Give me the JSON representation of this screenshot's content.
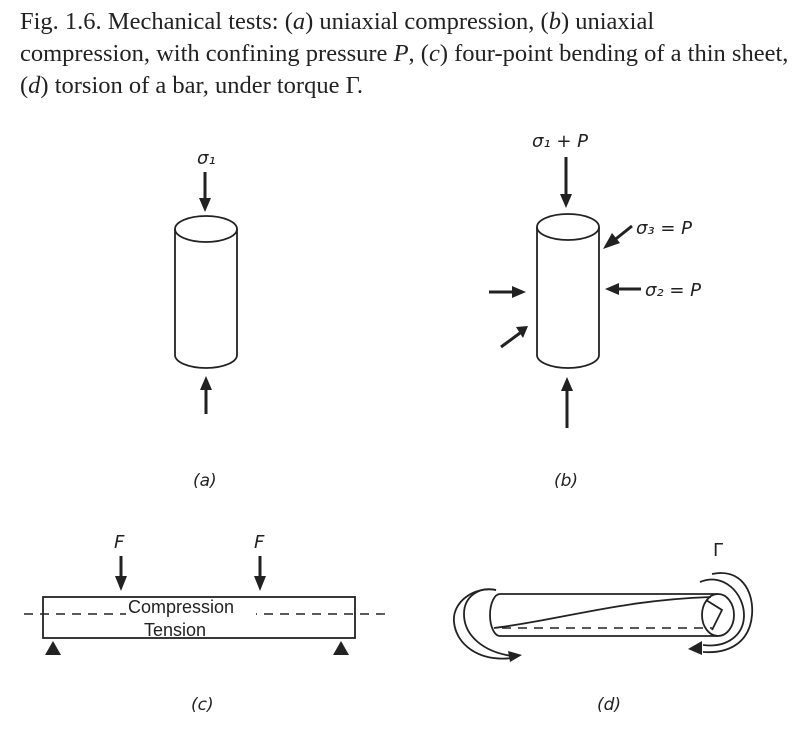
{
  "caption": {
    "part1": "Fig. 1.6. Mechanical tests: (",
    "a": "a",
    "part2": ") uniaxial compression, (",
    "b": "b",
    "part3": ") uniaxial compression, with confining pressure ",
    "P": "P",
    "part4": ", (",
    "c": "c",
    "part5": ") four-point bending of a thin sheet, (",
    "d": "d",
    "part6": ") torsion of a bar, under torque Γ."
  },
  "panel_a": {
    "load_label": "σ₁",
    "panel_label": "(a)"
  },
  "panel_b": {
    "top_label": "σ₁ + P",
    "sigma3_label": "σ₃ = P",
    "sigma2_label": "σ₂ = P",
    "panel_label": "(b)"
  },
  "panel_c": {
    "force_left": "F",
    "force_right": "F",
    "compression": "Compression",
    "tension": "Tension",
    "panel_label": "(c)"
  },
  "panel_d": {
    "torque_label": "Γ",
    "panel_label": "(d)"
  }
}
